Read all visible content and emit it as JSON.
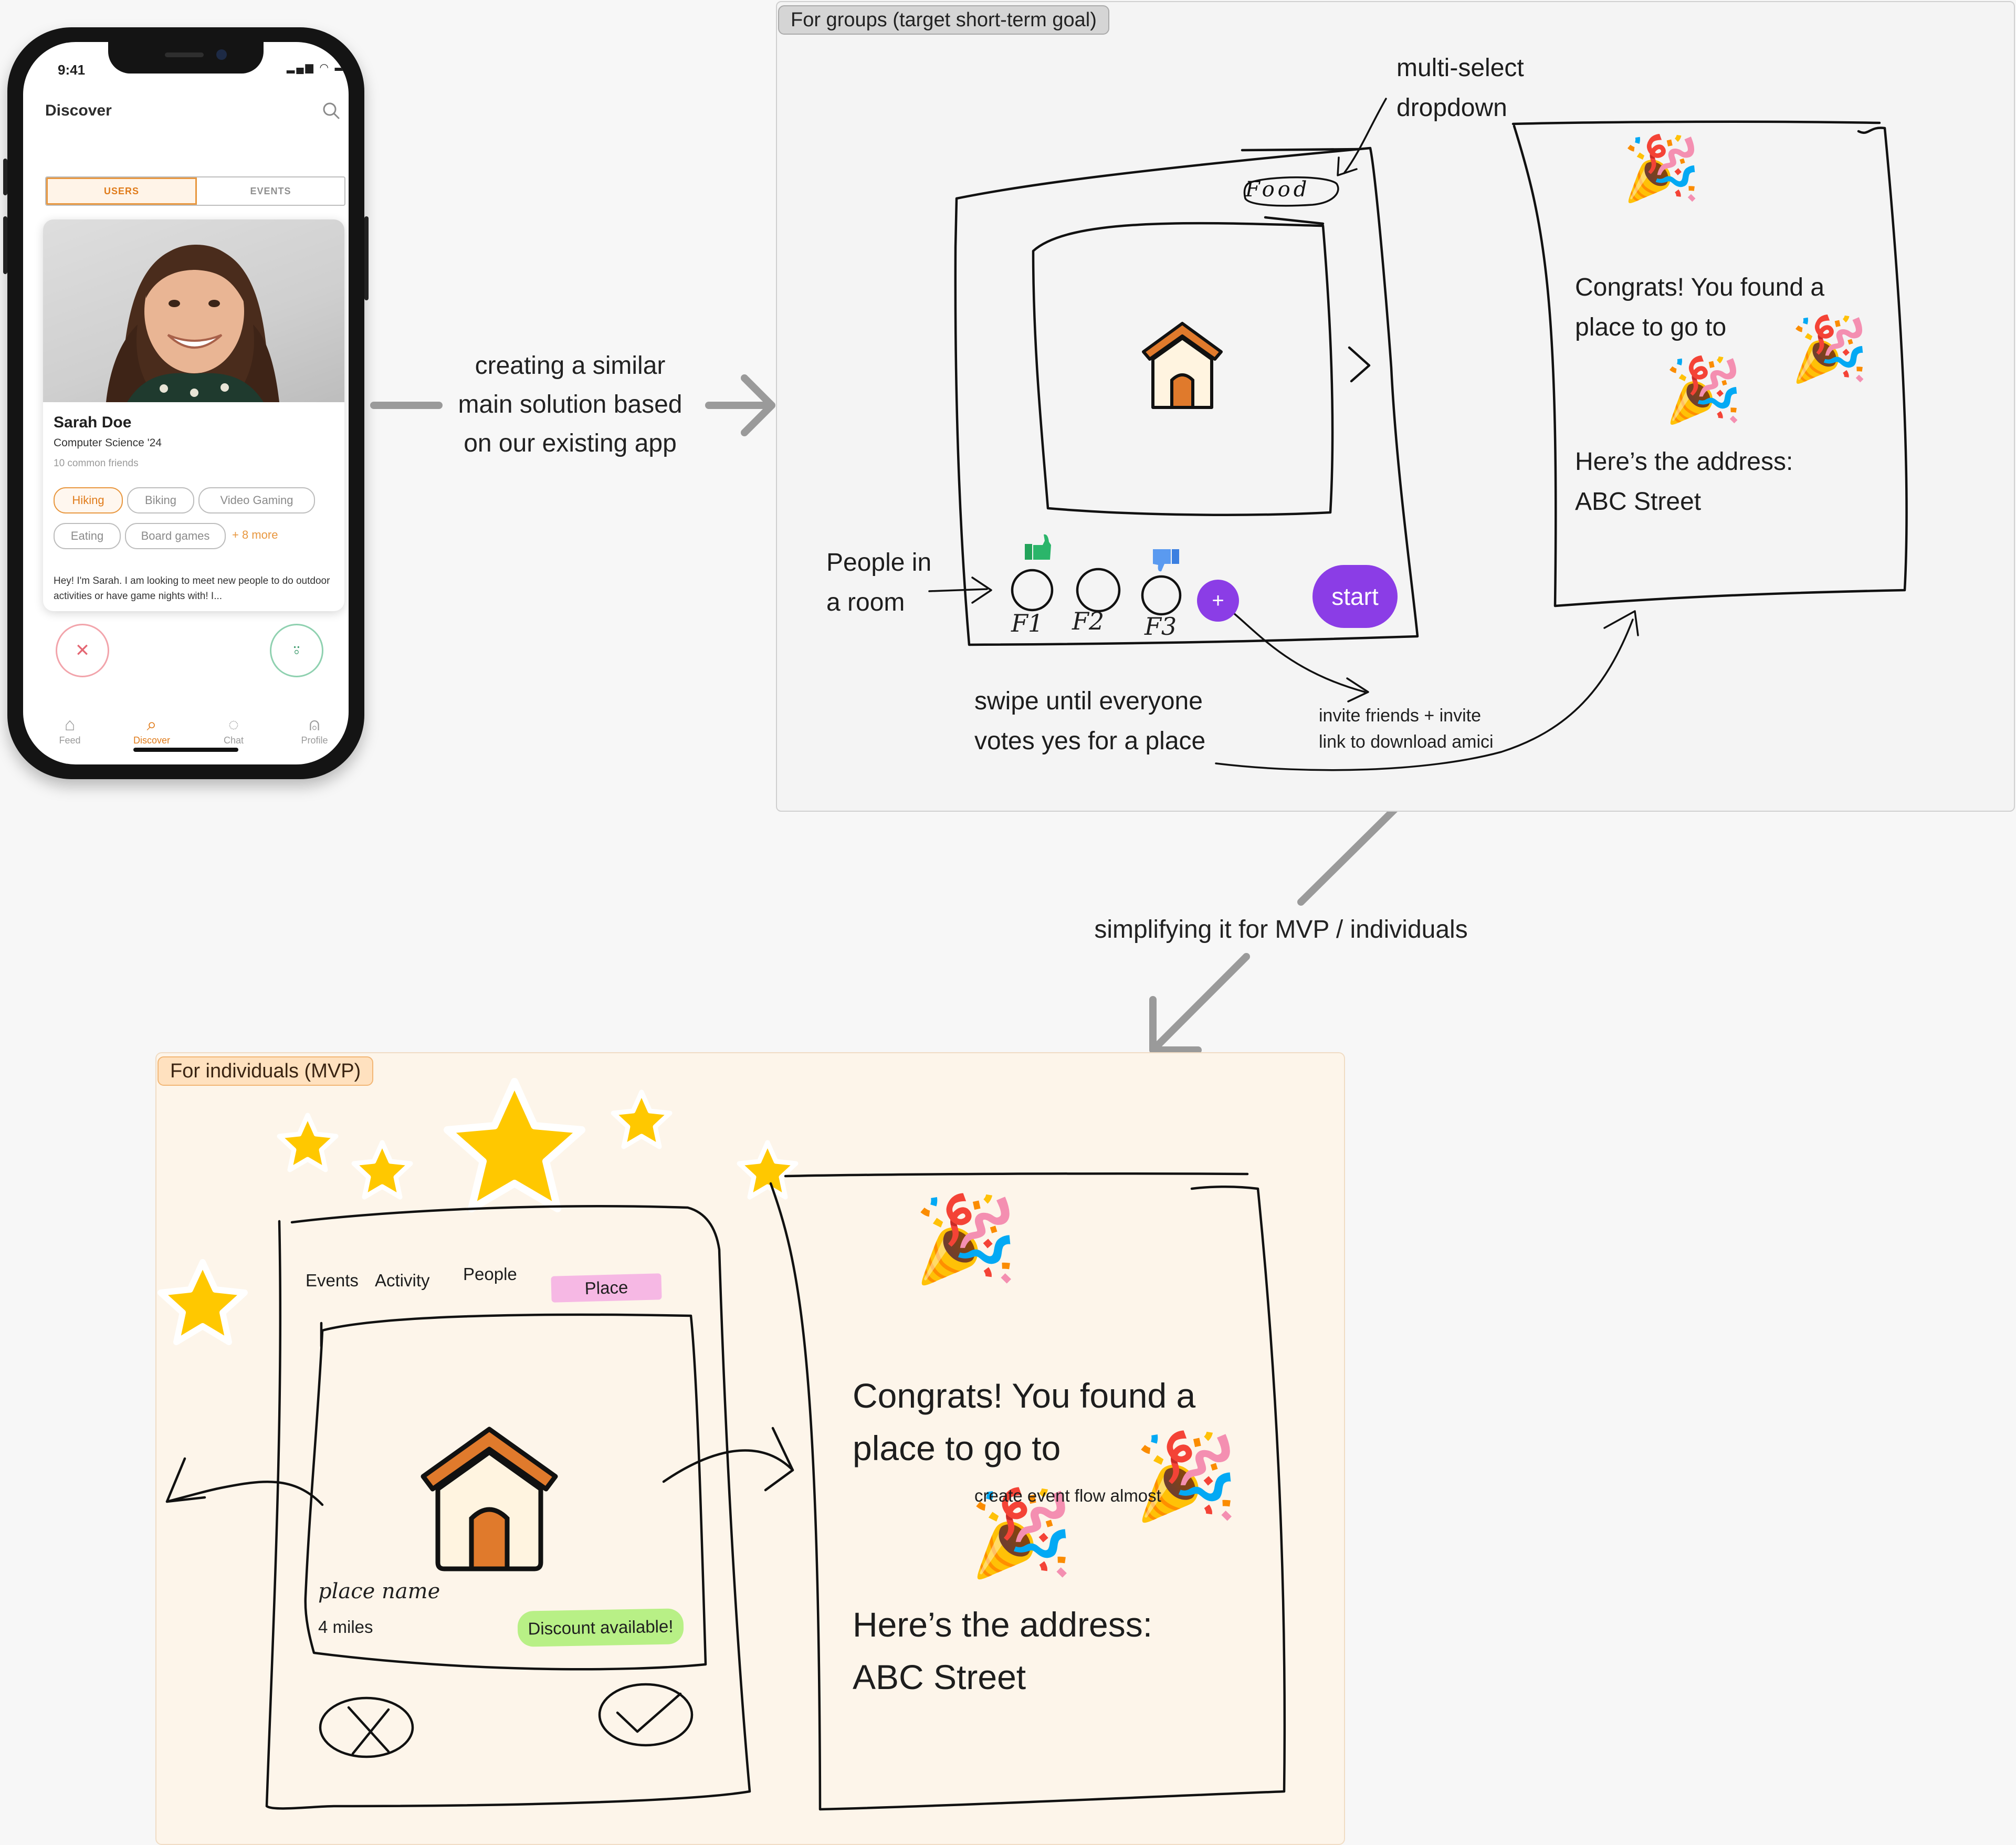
{
  "phone": {
    "status_time": "9:41",
    "app_title": "Discover",
    "tabs": [
      "USERS",
      "EVENTS"
    ],
    "profile": {
      "name": "Sarah Doe",
      "major": "Computer Science '24",
      "common_friends": "10 common friends",
      "interests": [
        "Hiking",
        "Biking",
        "Video Gaming",
        "Eating",
        "Board games"
      ],
      "more": "+ 8 more",
      "bio": "Hey! I'm Sarah. I am looking to meet new people to do outdoor activities or have game nights with! I..."
    },
    "nav": [
      "Feed",
      "Discover",
      "Chat",
      "Profile"
    ]
  },
  "annotations": {
    "creating_similar": [
      "creating a similar",
      "main solution based",
      "on our existing app"
    ],
    "simplifying": "simplifying it for MVP / individuals"
  },
  "groups": {
    "tag": "For groups (target short-term goal)",
    "multi_select": [
      "multi-select",
      "dropdown"
    ],
    "food_dropdown": "Food",
    "people_in_room": [
      "People in",
      "a room"
    ],
    "friends": [
      "F1",
      "F2",
      "F3"
    ],
    "plus": "+",
    "start": "start",
    "swipe": [
      "swipe until everyone",
      "votes yes for a place"
    ],
    "invite": [
      "invite friends + invite",
      "link to download amici"
    ],
    "result": {
      "congrats": [
        "Congrats! You found a",
        "place to go to"
      ],
      "address_label": "Here’s the address:",
      "address": "ABC Street"
    }
  },
  "individuals": {
    "tag": "For individuals (MVP)",
    "tabs": [
      "Events",
      "Activity",
      "People",
      "Place"
    ],
    "place_name": "place name",
    "distance": "4 miles",
    "discount": "Discount available!",
    "result": {
      "congrats": [
        "Congrats! You found a",
        "place to go to"
      ],
      "note": "create event flow almost",
      "address_label": "Here’s the address:",
      "address": "ABC Street"
    }
  },
  "icons": {
    "home": "house-icon",
    "party": "party-popper-icon",
    "star": "star-icon",
    "thumbs_up": "thumbs-up-icon",
    "thumbs_down": "thumbs-down-icon"
  },
  "colors": {
    "accent_orange": "#e8973f",
    "purple": "#8b3de6",
    "star_yellow": "#ffc800",
    "house_orange": "#e07a2c",
    "highlight_pink": "#f6b8e4",
    "highlight_green": "#b8f086"
  }
}
